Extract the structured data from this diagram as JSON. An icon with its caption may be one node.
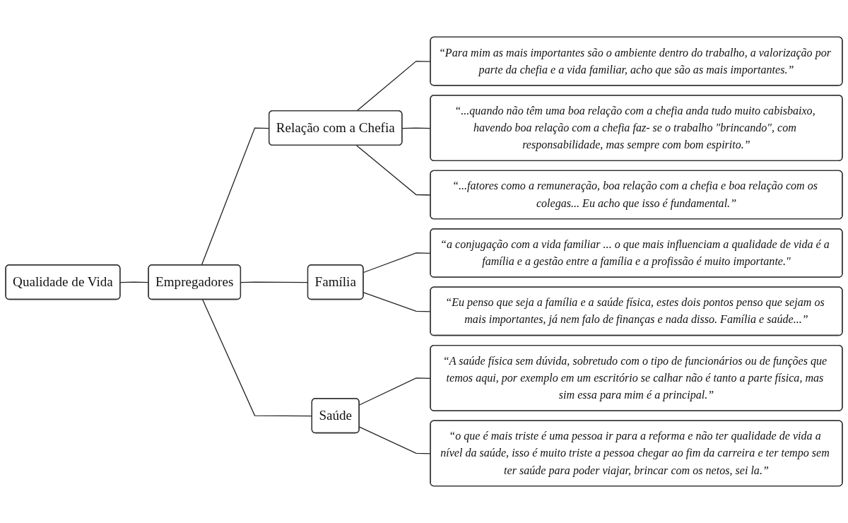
{
  "diagram": {
    "nodes": [
      {
        "text": [
          "Qualidade de Vida"
        ]
      },
      {
        "text": [
          "Empregadores"
        ]
      },
      {
        "text": [
          "Relação com a Chefia"
        ]
      },
      {
        "text": [
          "“Para mim as mais importantes são o ambiente dentro do trabalho, a valorização por parte da chefia e a vida familiar, acho que são as mais importantes.”"
        ]
      },
      {
        "text": [
          "“...quando não têm uma boa relação com a chefia anda tudo muito cabisbaixo, havendo boa relação com a chefia faz- se o trabalho \"brincando\", com responsabilidade, mas sempre com bom espirito.”"
        ]
      },
      {
        "text": [
          "“...fatores como a remuneração, boa relação com a chefia e boa relação com os colegas... Eu acho que isso é fundamental.”"
        ]
      },
      {
        "text": [
          "Família"
        ]
      },
      {
        "text": [
          "“a conjugação com a vida familiar ... o que mais influenciam a qualidade de vida é a família e a gestão entre a família e a profissão é muito importante.\""
        ]
      },
      {
        "text": [
          "“Eu penso que seja a família e a saúde física, estes dois pontos penso que sejam os mais importantes, já nem falo de finanças e nada disso. Família e saúde...”"
        ]
      },
      {
        "text": [
          "Saúde"
        ]
      },
      {
        "text": [
          "“A saúde física sem dúvida, sobretudo com o tipo de funcionários ou de funções que temos aqui, por exemplo em um escritório se calhar não é tanto a parte física, mas sim essa para mim é a principal.”"
        ]
      },
      {
        "text": [
          "“o que é mais triste é uma pessoa ir para a reforma e não ter qualidade de vida a nível da saúde, isso é muito triste a pessoa chegar ao fim da carreira e ter tempo sem ter saúde para poder viajar, brincar com os netos, sei la.”"
        ]
      }
    ],
    "edges": [
      {
        "from": 0,
        "to": 1,
        "arrow": "none"
      },
      {
        "from": 1,
        "to": 2,
        "arrow": "none"
      },
      {
        "from": 1,
        "to": 6,
        "arrow": "none"
      },
      {
        "from": 1,
        "to": 9,
        "arrow": "none"
      },
      {
        "from": 2,
        "to": 3,
        "arrow": "none"
      },
      {
        "from": 2,
        "to": 4,
        "arrow": "none"
      },
      {
        "from": 2,
        "to": 5,
        "arrow": "none"
      },
      {
        "from": 6,
        "to": 7,
        "arrow": "none"
      },
      {
        "from": 6,
        "to": 8,
        "arrow": "none"
      },
      {
        "from": 9,
        "to": 10,
        "arrow": "none"
      },
      {
        "from": 9,
        "to": 11,
        "arrow": "none"
      }
    ]
  }
}
